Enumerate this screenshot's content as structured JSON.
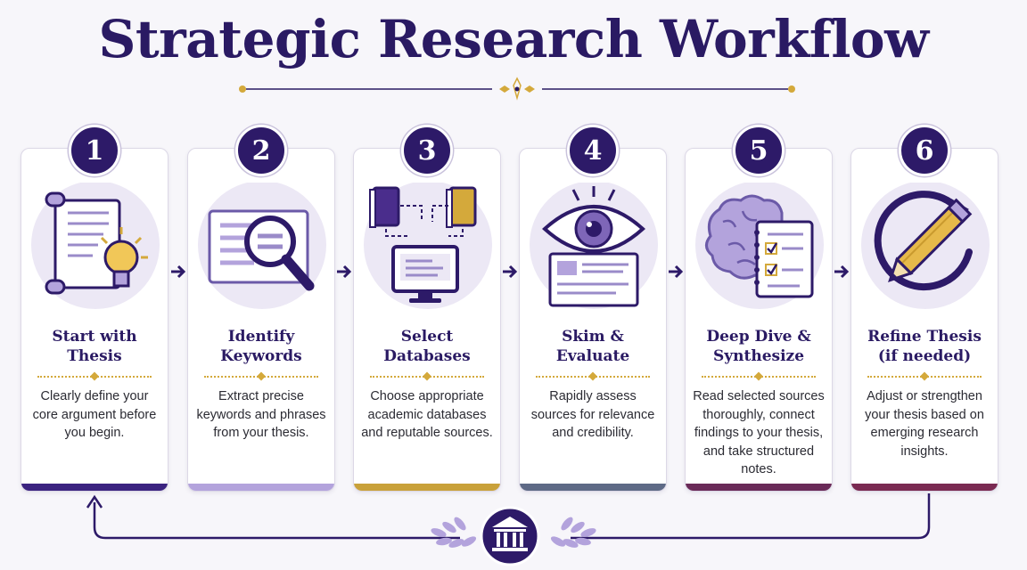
{
  "title": "Strategic Research Workflow",
  "colors": {
    "primary": "#2a1a63",
    "accent_gold": "#d4a93b",
    "lavender": "#e8e4f3"
  },
  "steps": [
    {
      "number": "1",
      "title_lines": [
        "Start with",
        "Thesis"
      ],
      "description": "Clearly define your core argument before you begin.",
      "icon": "scroll-lightbulb-icon",
      "bar_color": "#3b2380"
    },
    {
      "number": "2",
      "title_lines": [
        "Identify",
        "Keywords"
      ],
      "description": "Extract precise keywords and phrases from your thesis.",
      "icon": "magnifier-document-icon",
      "bar_color": "#b3a3dc"
    },
    {
      "number": "3",
      "title_lines": [
        "Select",
        "Databases"
      ],
      "description": "Choose appropriate academic databases and reputable sources.",
      "icon": "books-computer-icon",
      "bar_color": "#c9a13a"
    },
    {
      "number": "4",
      "title_lines": [
        "Skim &",
        "Evaluate"
      ],
      "description": "Rapidly assess sources for relevance and credibility.",
      "icon": "eye-document-icon",
      "bar_color": "#5e6a86"
    },
    {
      "number": "5",
      "title_lines": [
        "Deep Dive &",
        "Synthesize"
      ],
      "description": "Read selected sources thoroughly, connect findings to your thesis, and take structured notes.",
      "icon": "brain-checklist-icon",
      "bar_color": "#6a2a58"
    },
    {
      "number": "6",
      "title_lines": [
        "Refine Thesis",
        "(if needed)"
      ],
      "description": "Adjust or strengthen your thesis based on emerging research insights.",
      "icon": "pencil-cycle-icon",
      "bar_color": "#7a2a52"
    }
  ]
}
